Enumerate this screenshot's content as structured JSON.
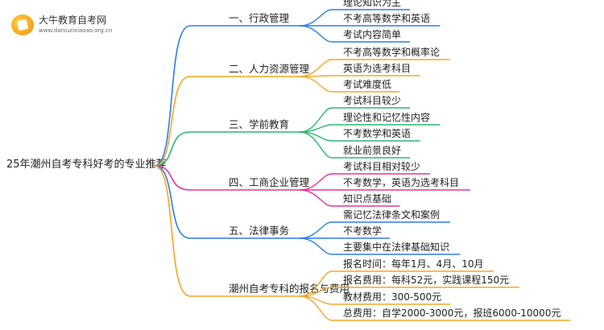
{
  "logo": {
    "name": "大牛教育自考网",
    "url": "www.daniuzixiaoao.org.cn"
  },
  "root": {
    "label": "25年潮州自考专科好考的专业推荐"
  },
  "branches": [
    {
      "label": "一、行政管理",
      "color": "#2b7de9",
      "leaves": [
        "理论知识为主",
        "不考高等数学和英语",
        "考试内容简单"
      ]
    },
    {
      "label": "二、人力资源管理",
      "color": "#f5a623",
      "leaves": [
        "不考高等数学和概率论",
        "英语为选考科目",
        "考试难度低"
      ]
    },
    {
      "label": "三、学前教育",
      "color": "#2cb673",
      "leaves": [
        "考试科目较少",
        "理论性和记忆性内容",
        "不考数学和英语",
        "就业前景良好"
      ]
    },
    {
      "label": "四、工商企业管理",
      "color": "#e8338f",
      "leaves": [
        "考试科目相对较少",
        "不考数学，英语为选考科目",
        "知识点基础"
      ]
    },
    {
      "label": "五、法律事务",
      "color": "#2b7de9",
      "leaves": [
        "需记忆法律条文和案例",
        "不考数学",
        "主要集中在法律基础知识"
      ]
    },
    {
      "label": "潮州自考专科的报名与费用",
      "color": "#f5a623",
      "leaves": [
        "报名时间：每年1月、4月、10月",
        "报名费用：每科52元，实践课程150元",
        "教材费用：300-500元",
        "总费用：自学2000-3000元，报班6000-10000元"
      ]
    }
  ]
}
